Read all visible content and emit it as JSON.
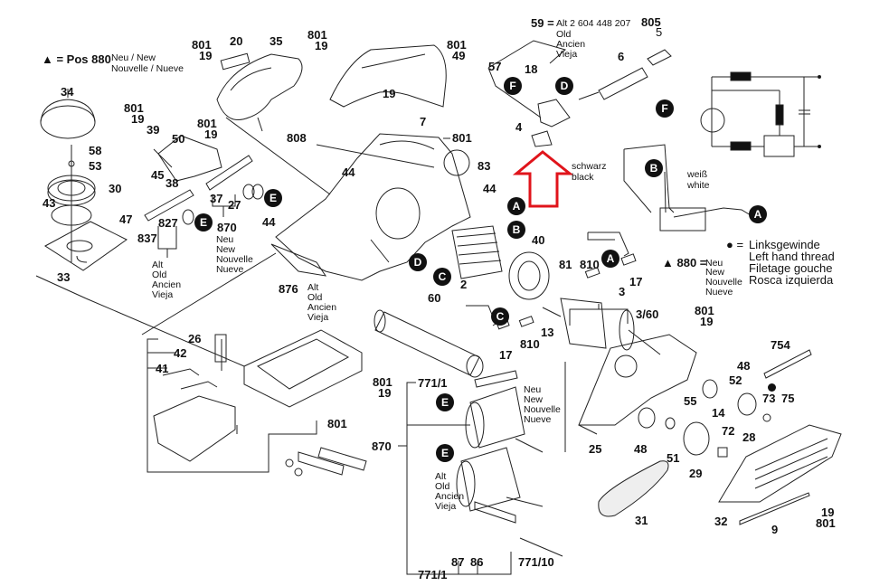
{
  "title": "Exploded parts diagram – electric planer",
  "accent_color": "#e0141b",
  "header_left": {
    "marker": "▲ = Pos 880",
    "note_line1": "Neu / New",
    "note_line2": "Nouvelle / Nueve"
  },
  "header_59": {
    "label": "59 =",
    "line1": "Alt 2 604 448 207",
    "line2": "Old",
    "line3": "Ancien",
    "line4": "Vieja"
  },
  "legend_880": {
    "label": "▲ 880 =",
    "lines": [
      "Neu",
      "New",
      "Nouvelle",
      "Nueve"
    ]
  },
  "legend_left_thread": {
    "symbol": "● =",
    "lines": [
      "Linksgewinde",
      "Left hand thread",
      "Filetage gouche",
      "Rosca izquierda"
    ]
  },
  "wire_labels": {
    "black": [
      "schwarz",
      "black"
    ],
    "white": [
      "weiß",
      "white"
    ]
  },
  "group_notes": {
    "alt_837": [
      "Alt",
      "Old",
      "Ancien",
      "Vieja"
    ],
    "neu_870": [
      "Neu",
      "New",
      "Nouvelle",
      "Nueve"
    ],
    "alt_876": [
      "Alt",
      "Old",
      "Ancien",
      "Vieja"
    ],
    "neu_771": [
      "Neu",
      "New",
      "Nouvelle",
      "Nueve"
    ],
    "alt_bottom": [
      "Alt",
      "Old",
      "Ancien",
      "Vieja"
    ]
  },
  "connectors": [
    "A",
    "B",
    "C",
    "D",
    "E",
    "F"
  ],
  "part_labels": {
    "p801_19_a": [
      "801",
      "19"
    ],
    "p20": "20",
    "p35": "35",
    "p34": "34",
    "p801_19_b": [
      "801",
      "19"
    ],
    "p39": "39",
    "p50": "50",
    "p801_19_c": [
      "801",
      "19"
    ],
    "p58": "58",
    "p53": "53",
    "p30": "30",
    "p45": "45",
    "p38": "38",
    "p43": "43",
    "p47": "47",
    "p37": "37",
    "p27": "27",
    "p827": "827",
    "p837": "837",
    "p870_a": "870",
    "p33": "33",
    "p44_a": "44",
    "p44_b": "44",
    "p44_c": "44",
    "p808": "808",
    "p801_top": "801",
    "p83": "83",
    "p801_19_top": [
      "801",
      "19"
    ],
    "p801_49": [
      "801",
      "49"
    ],
    "p19_7": "19",
    "p7": "7",
    "p57": "57",
    "p18": "18",
    "p4": "4",
    "p805": "805",
    "p5": "5",
    "p6": "6",
    "p876": "876",
    "p60": "60",
    "p2": "2",
    "p40": "40",
    "p81": "81",
    "p810_a": "810",
    "p17_a": "17",
    "p3": "3",
    "p3_60": "3/60",
    "p13": "13",
    "p17_b": "17",
    "p810_b": "810",
    "p801_19_d": [
      "801",
      "19"
    ],
    "p754": "754",
    "p26": "26",
    "p42": "42",
    "p41": "41",
    "p801_19_e": [
      "801",
      "19"
    ],
    "p801_bottom": "801",
    "p771_1_top": "771/1",
    "p870_b": "870",
    "p48_a": "48",
    "p52": "52",
    "p73": "73",
    "p75": "75",
    "p55": "55",
    "p14": "14",
    "p28": "28",
    "p25": "25",
    "p48_b": "48",
    "p51": "51",
    "p72": "72",
    "p29": "29",
    "p31": "31",
    "p32": "32",
    "p9": "9",
    "p19_801": [
      "19",
      "801"
    ],
    "p87": "87",
    "p86": "86",
    "p771_10": "771/10",
    "p771_1_bottom": "771/1"
  }
}
